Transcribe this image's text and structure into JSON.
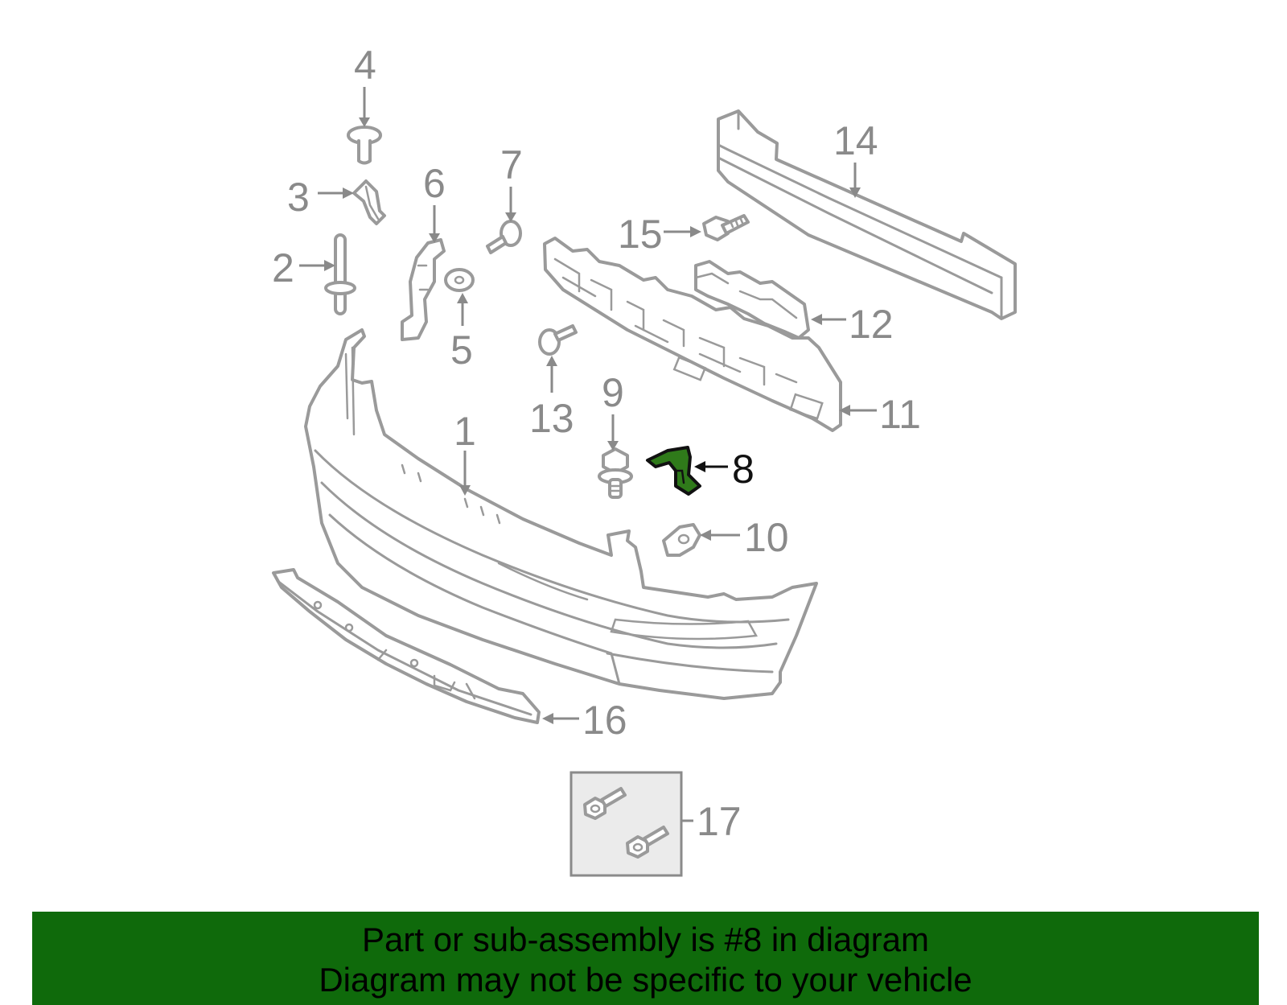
{
  "diagram": {
    "callouts": [
      "1",
      "2",
      "3",
      "4",
      "5",
      "6",
      "7",
      "8",
      "9",
      "10",
      "11",
      "12",
      "13",
      "14",
      "15",
      "16",
      "17"
    ],
    "highlighted_part": "8",
    "colors": {
      "line": "#9a9a9a",
      "label": "#8a8a8a",
      "highlight_fill": "#2f7a1a",
      "highlight_label": "#111111",
      "banner": "#0f6a0b"
    }
  },
  "banner": {
    "line1": "Part or sub-assembly is #8 in diagram",
    "line2": "Diagram may not be specific to your vehicle"
  }
}
